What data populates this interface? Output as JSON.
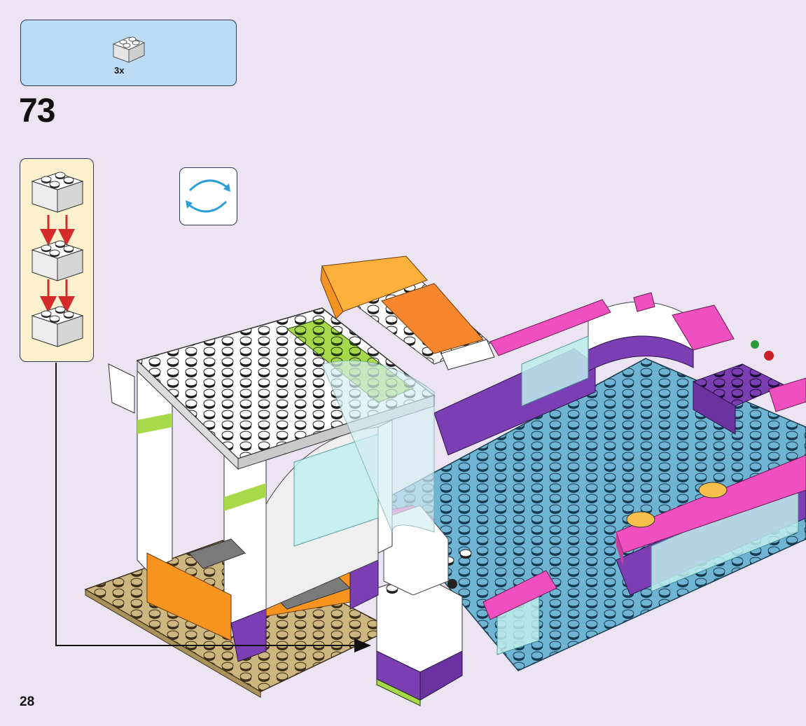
{
  "parts_callout": {
    "quantity": "3x",
    "part": "white-2x2-brick"
  },
  "step": {
    "number": "73"
  },
  "submodel": {
    "bricks": [
      "white-2x2-brick",
      "white-2x2-brick",
      "white-2x2-brick"
    ],
    "arrow_color": "#d42a2a"
  },
  "rotate_hint": {
    "icon": "rotate-model-icon",
    "color": "#2a9ed8"
  },
  "page": {
    "number": "28"
  },
  "colors": {
    "background": "#ece3f3",
    "parts_box": "#bcdcf6",
    "submodel_box": "#fdf0cf",
    "baseplate": "#6fb4d3",
    "magenta": "#ef4fbf",
    "purple": "#7b3fb3",
    "tan": "#cdb67f"
  }
}
